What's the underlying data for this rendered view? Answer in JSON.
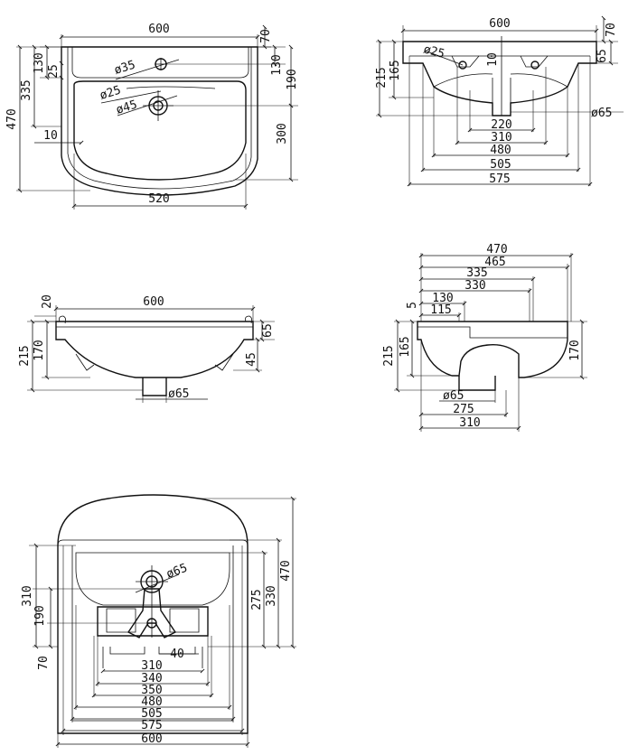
{
  "top_view": {
    "width_600": "600",
    "d_70": "70",
    "d_130_left": "130",
    "d_25": "25",
    "d_335": "335",
    "d_470": "470",
    "d_130_right": "130",
    "d_190": "190",
    "d_300": "300",
    "d_10": "10",
    "width_520": "520",
    "dia_35": "ø35",
    "dia_25": "ø25",
    "dia_45": "ø45"
  },
  "back_view": {
    "width_600": "600",
    "d_70": "70",
    "d_65": "65",
    "d_10": "10",
    "d_215": "215",
    "d_165": "165",
    "dia_25": "ø25",
    "dia_65": "ø65",
    "w_220": "220",
    "w_310": "310",
    "w_480": "480",
    "w_505": "505",
    "w_575": "575"
  },
  "front_view": {
    "d_20": "20",
    "width_600": "600",
    "d_65": "65",
    "d_215": "215",
    "d_170": "170",
    "d_45": "45",
    "dia_65": "ø65"
  },
  "side_view": {
    "d_470": "470",
    "d_465": "465",
    "d_335": "335",
    "d_330": "330",
    "d_130": "130",
    "d_5": "5",
    "d_115": "115",
    "d_215": "215",
    "d_165": "165",
    "d_170": "170",
    "dia_65": "ø65",
    "w_275": "275",
    "w_310": "310"
  },
  "bottom_view": {
    "dia_65": "ø65",
    "d_310": "310",
    "d_190": "190",
    "d_70": "70",
    "d_275": "275",
    "d_330": "330",
    "d_470": "470",
    "d_40": "40",
    "w_310": "310",
    "w_340": "340",
    "w_350": "350",
    "w_480": "480",
    "w_505": "505",
    "w_575": "575",
    "w_600": "600"
  }
}
